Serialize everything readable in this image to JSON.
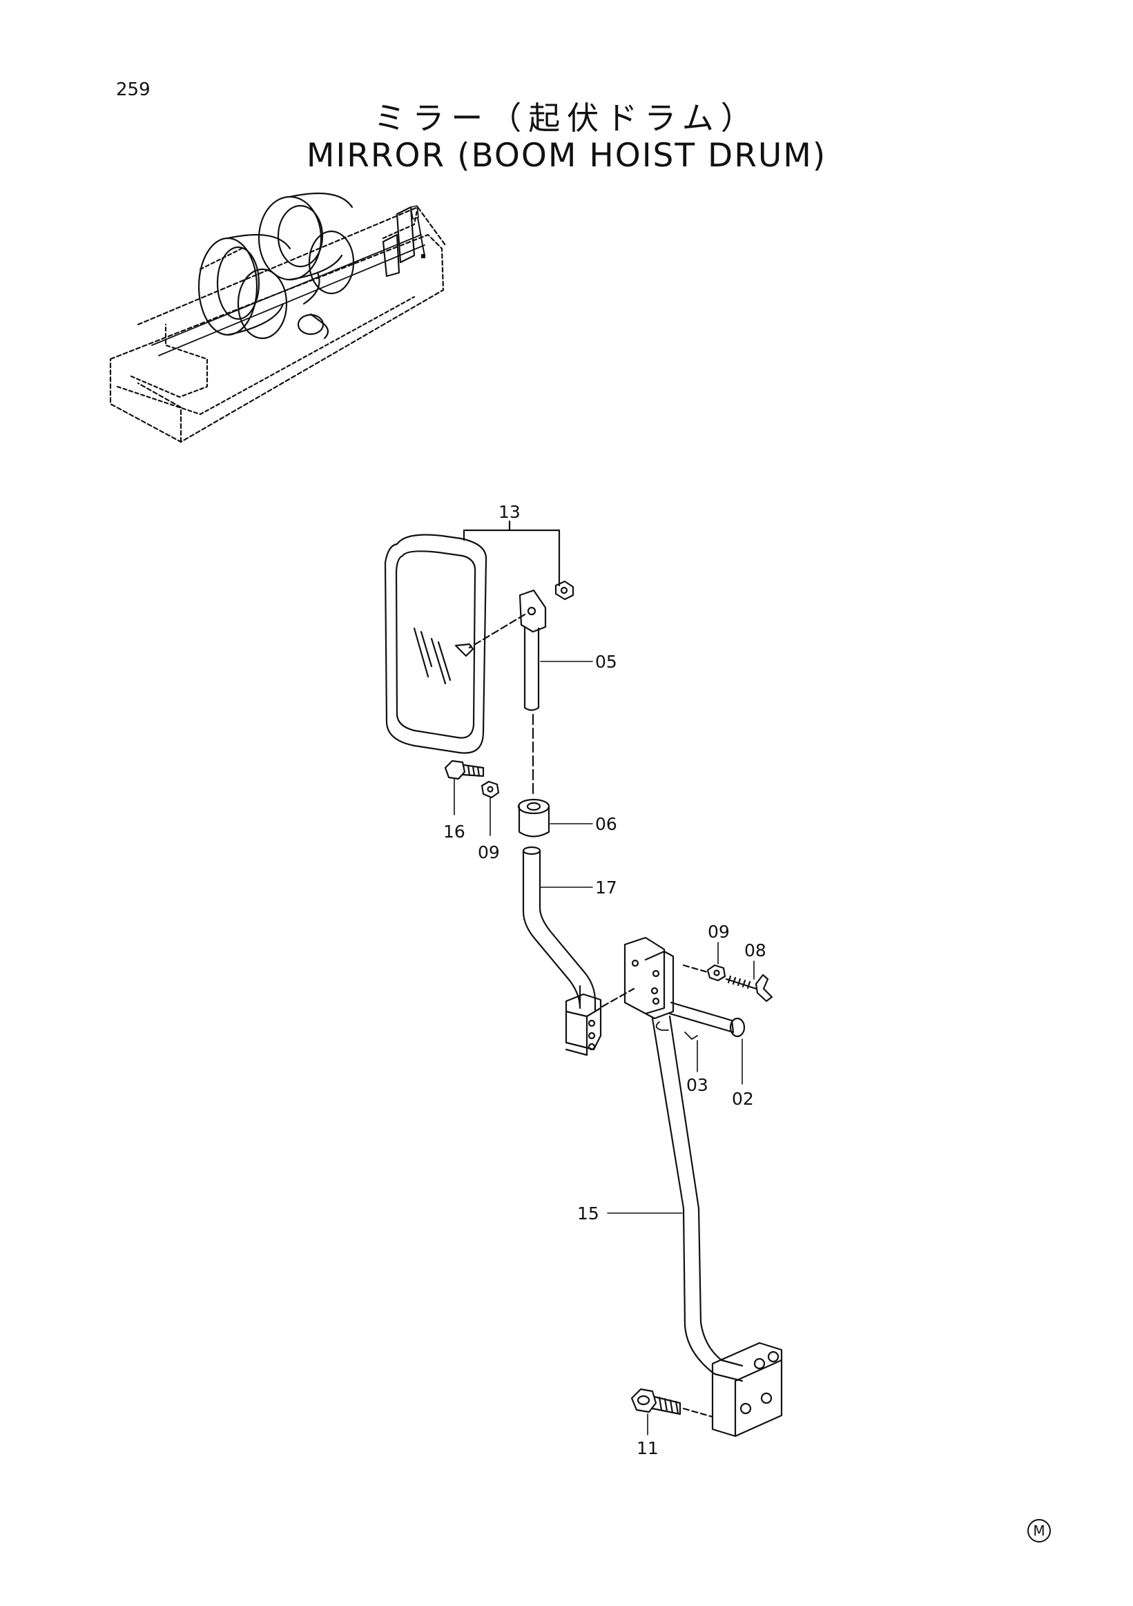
{
  "header": {
    "page_number": "259",
    "title_jp": "ミラー（起伏ドラム）",
    "title_en": "MIRROR (BOOM HOIST DRUM)"
  },
  "callouts": {
    "c13": "13",
    "c05": "05",
    "c16": "16",
    "c09a": "09",
    "c06": "06",
    "c17": "17",
    "c09b": "09",
    "c08": "08",
    "c03": "03",
    "c02": "02",
    "c15": "15",
    "c11": "11"
  },
  "footer": {
    "mark": "M"
  }
}
